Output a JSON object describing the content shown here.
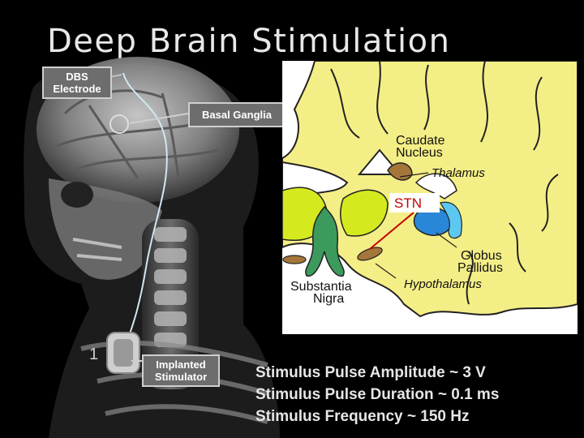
{
  "title": "Deep Brain Stimulation",
  "callouts": {
    "dbs_electrode": [
      "DBS",
      "Electrode"
    ],
    "basal_ganglia": "Basal Ganglia",
    "implanted_stimulator": [
      "Implanted",
      "Stimulator"
    ],
    "number": "1"
  },
  "anatomy": {
    "caudate_nucleus": [
      "Caudate",
      "Nucleus"
    ],
    "thalamus": "Thalamus",
    "stn": "STN",
    "globus_pallidus": [
      "Globus",
      "Pallidus"
    ],
    "hypothalamus": "Hypothalamus",
    "substantia_nigra": [
      "Substantia",
      "Nigra"
    ]
  },
  "stimulus": [
    "Stimulus Pulse Amplitude ~ 3 V",
    "Stimulus Pulse Duration ~ 0.1 ms",
    "Stimulus Frequency ~ 150 Hz"
  ],
  "colors": {
    "brain_tissue": "#f4ee86",
    "green_nuclei": "#d4ea1f",
    "nigra": "#3c9a5c",
    "pallidus": "#2a86d8",
    "caudate": "#a5763a",
    "stn_red": "#c40000"
  }
}
